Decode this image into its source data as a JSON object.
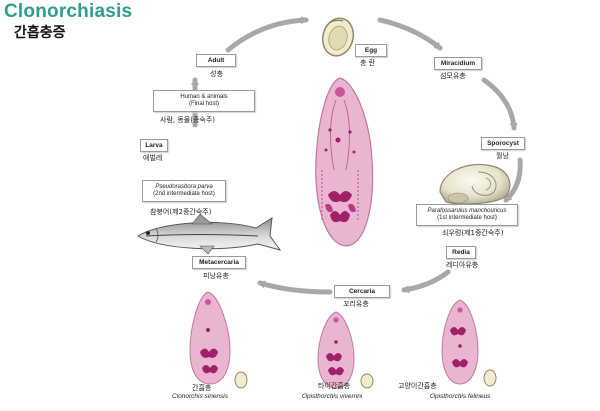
{
  "title": "Clonorchiasis",
  "subtitle": "간흡충증",
  "stages": {
    "egg": {
      "label": "Egg",
      "ko": "충 란"
    },
    "miracidium": {
      "label": "Miracidium",
      "ko": "섬모유충"
    },
    "sporocyst": {
      "label": "Sporocyst",
      "ko": "월낭"
    },
    "redia": {
      "label": "Redia",
      "ko": "레디아유충"
    },
    "cercaria": {
      "label": "Cercaria",
      "ko": "꼬리유충"
    },
    "metacercaria": {
      "label": "Metacercaria",
      "ko": "피낭유충"
    },
    "larva": {
      "label": "Larva",
      "ko": "애벌레"
    },
    "adult": {
      "label": "Adult",
      "ko": "성충"
    }
  },
  "hosts": {
    "final": {
      "line1": "Human & animals",
      "line2": "(Final host)",
      "ko": "사람, 동물(종숙주)"
    },
    "second": {
      "line1": "Pseudorasbora parva",
      "line2": "(2nd intermediate host)",
      "ko": "참붕어(제2중간숙주)"
    },
    "first": {
      "line1": "Parafossarulus manchouricus",
      "line2": "(1st intermediate host)",
      "ko": "쇠우렁(제1중간숙주)"
    }
  },
  "species": [
    {
      "ko": "간흡충",
      "latin": "Clonorchis sinensis"
    },
    {
      "ko": "타이간흡충",
      "latin": "Opisthorchis viverrini"
    },
    {
      "ko": "고양이간흡충",
      "latin": "Opisthorchis felineus"
    }
  ],
  "colors": {
    "title": "#2f9c8e",
    "arrow": "#a8a8a8",
    "worm_body": "#e8a6c8",
    "worm_organs": "#a0206a"
  }
}
